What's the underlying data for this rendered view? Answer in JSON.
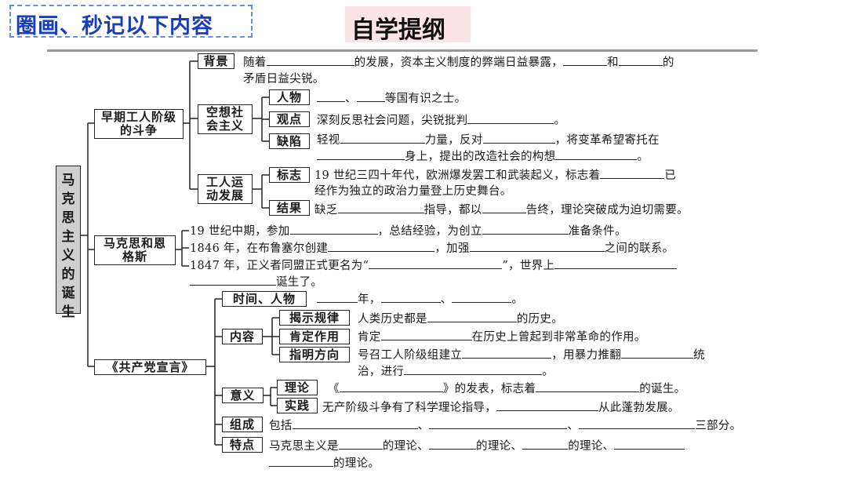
{
  "header": {
    "instruction": "圈画、秒记以下内容",
    "title": "自学提纲"
  },
  "root": "马克思主义的诞生",
  "nodes": {
    "early": "早期工人阶级的斗争",
    "background": "背景",
    "utopian": "空想社会主义",
    "people": "人物",
    "view": "观点",
    "defect": "缺陷",
    "movement": "工人运动发展",
    "mark": "标志",
    "result": "结果",
    "marx": "马克思和恩格斯",
    "manifesto": "《共产党宣言》",
    "time_people": "时间、人物",
    "content": "内容",
    "reveal": "揭示规律",
    "affirm": "肯定作用",
    "direction": "指明方向",
    "significance": "意义",
    "theory": "理论",
    "practice": "实践",
    "composition": "组成",
    "feature": "特点"
  },
  "text": {
    "bg_1": "随着",
    "bg_2": "的发展，资本主义制度的弊端日益暴露，",
    "bg_3": "和",
    "bg_4": "的",
    "bg_5": "矛盾日益尖锐。",
    "people_1": "、",
    "people_2": "等国有识之士。",
    "view_1": "深刻反思社会问题，尖锐批判",
    "view_2": "。",
    "defect_1": "轻视",
    "defect_2": "力量，反对",
    "defect_3": "，将变革希望寄托在",
    "defect_4": "身上，提出的改造社会的构想",
    "defect_5": "。",
    "mark_1": "19 世纪三四十年代，欧洲爆发罢工和武装起义，标志着",
    "mark_2": "已",
    "mark_3": "经作为独立的政治力量登上历史舞台。",
    "result_1": "缺乏",
    "result_2": "指导，都以",
    "result_3": "告终，理论突破成为迫切需要。",
    "marx_1a": "19 世纪中期，参加",
    "marx_1b": "，总结经验，为创立",
    "marx_1c": "准备条件。",
    "marx_2a": "1846 年，在布鲁塞尔创建",
    "marx_2b": "，加强",
    "marx_2c": "之间的联系。",
    "marx_3a": "1847 年，正义者同盟正式更名为“",
    "marx_3b": "”，世界上",
    "marx_3c": "诞生了。",
    "tp_1": "年，",
    "tp_2": "、",
    "tp_3": "。",
    "reveal_1": "人类历史都是",
    "reveal_2": "的历史。",
    "affirm_1": "肯定",
    "affirm_2": "在历史上曾起到非常革命的作用。",
    "dir_1": "号召工人阶级组建立",
    "dir_2": "，用暴力推翻",
    "dir_3": "统",
    "dir_4": "治，进行",
    "dir_5": "。",
    "theory_1": "《",
    "theory_2": "》的发表，标志着",
    "theory_3": "的诞生。",
    "practice_1": "无产阶级斗争有了科学理论指导，",
    "practice_2": "从此蓬勃发展。",
    "comp_1": "包括",
    "comp_2": "、",
    "comp_3": "、",
    "comp_4": "三部分。",
    "feat_1": "马克思主义是",
    "feat_2": "的理论、",
    "feat_3": "的理论、",
    "feat_4": "的理论、",
    "feat_5": "的理论。"
  }
}
